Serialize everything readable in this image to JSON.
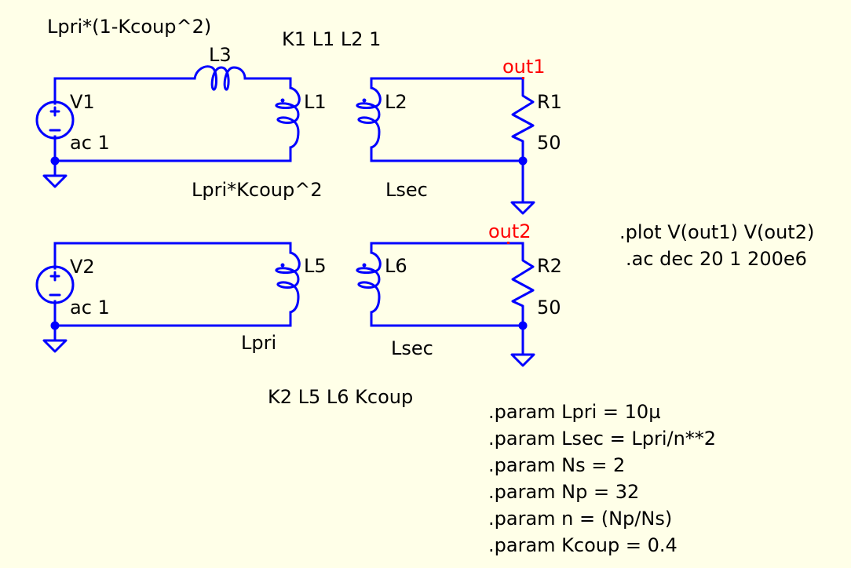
{
  "colors": {
    "background": "#FFFFE8",
    "wire": "#0000FF",
    "text": "#000000",
    "net_label": "#FF0000"
  },
  "circuit1": {
    "source": {
      "name": "V1",
      "value": "ac 1"
    },
    "leakage_inductor": {
      "name": "L3",
      "value": "Lpri*(1-Kcoup^2)"
    },
    "primary_inductor": {
      "name": "L1",
      "value": "Lpri*Kcoup^2"
    },
    "secondary_inductor": {
      "name": "L2",
      "value": "Lsec"
    },
    "load": {
      "name": "R1",
      "value": "50"
    },
    "net_label": "out1",
    "coupling": "K1 L1 L2 1"
  },
  "circuit2": {
    "source": {
      "name": "V2",
      "value": "ac 1"
    },
    "primary_inductor": {
      "name": "L5",
      "value": "Lpri"
    },
    "secondary_inductor": {
      "name": "L6",
      "value": "Lsec"
    },
    "load": {
      "name": "R2",
      "value": "50"
    },
    "net_label": "out2",
    "coupling": "K2 L5 L6 Kcoup"
  },
  "directives": {
    "plot": ".plot V(out1) V(out2)",
    "ac": ".ac dec 20 1 200e6",
    "params": [
      ".param Lpri = 10µ",
      ".param Lsec = Lpri/n**2",
      ".param Ns = 2",
      ".param Np = 32",
      ".param n = (Np/Ns)",
      ".param Kcoup = 0.4"
    ]
  }
}
